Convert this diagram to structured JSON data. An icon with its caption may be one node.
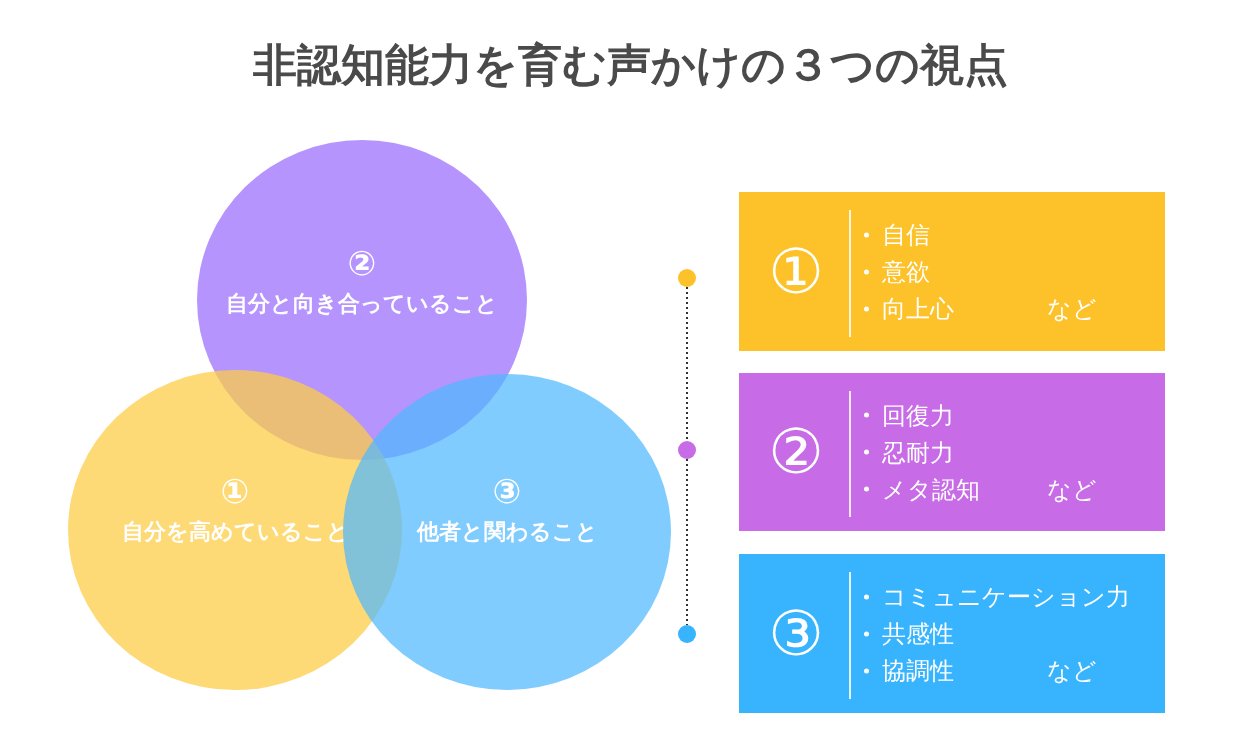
{
  "diagram": {
    "title": "非認知能力を育む声かけの３つの視点",
    "nodes": [
      {
        "text": [
          "②",
          "自分と向き合っていること"
        ]
      },
      {
        "text": [
          "①",
          "自分を高めていること"
        ]
      },
      {
        "text": [
          "③",
          "他者と関わること"
        ]
      },
      {
        "text": [],
        "shape": "circle"
      },
      {
        "text": [],
        "shape": "circle"
      },
      {
        "text": [],
        "shape": "circle"
      },
      {
        "text": [
          "①",
          "自信",
          "意欲",
          "向上心",
          "など"
        ]
      },
      {
        "text": [
          "②",
          "回復力",
          "忍耐力",
          "メタ認知",
          "など"
        ]
      },
      {
        "text": [
          "③",
          "コミュニケーション力",
          "共感性",
          "協調性",
          "など"
        ]
      }
    ],
    "edges": [
      {
        "from": 3,
        "to": 4,
        "arrow": "none",
        "style": "dashed"
      },
      {
        "from": 4,
        "to": 5,
        "arrow": "none",
        "style": "dashed"
      }
    ]
  }
}
